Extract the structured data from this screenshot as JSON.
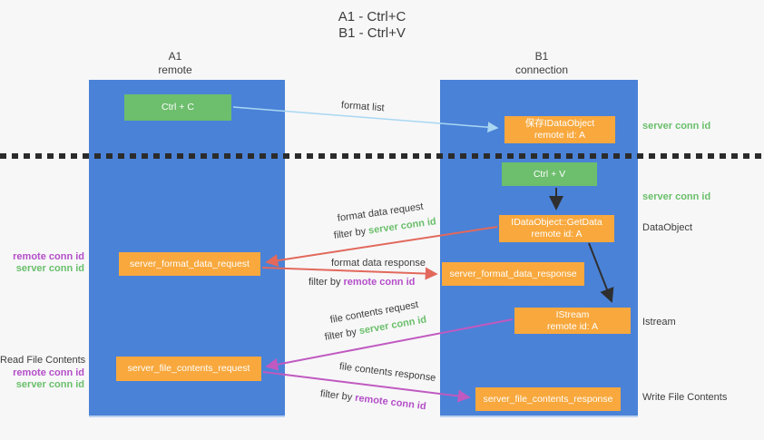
{
  "title": {
    "line1": "A1 - Ctrl+C",
    "line2": "B1 - Ctrl+V"
  },
  "lifelines": {
    "a1": {
      "name": "A1",
      "role": "remote"
    },
    "b1": {
      "name": "B1",
      "role": "connection"
    }
  },
  "boxes": {
    "ctrl_c": {
      "label": "Ctrl + C"
    },
    "save_idataobject": {
      "title": "保存IDataObject",
      "subtitle": "remote id: A"
    },
    "ctrl_v": {
      "label": "Ctrl + V"
    },
    "getdata": {
      "title": "IDataObject::GetData",
      "subtitle": "remote id: A"
    },
    "format_request": {
      "label": "server_format_data_request"
    },
    "format_response": {
      "label": "server_format_data_response"
    },
    "istream": {
      "title": "IStream",
      "subtitle": "remote id: A"
    },
    "file_request": {
      "label": "server_file_contents_request"
    },
    "file_response": {
      "label": "server_file_contents_response"
    }
  },
  "labels": {
    "format_list": "format list",
    "format_data_request": "format data request",
    "format_data_response": "format data response",
    "file_contents_request": "file contents request",
    "file_contents_response": "file contents response",
    "filter_by": "filter by ",
    "server_conn_id": "server conn id",
    "remote_conn_id": "remote conn id",
    "read_file_contents": "Read File Contents",
    "write_file_contents": "Write File Contents",
    "dataobject": "DataObject",
    "istream": "Istream"
  },
  "colors": {
    "bg": "#f7f7f8",
    "lifeline-blue": "#4a82d7",
    "box-orange": "#f8a83d",
    "box-green": "#6dbe6d",
    "arrow-blue": "#a9d7f2",
    "arrow-red": "#e2695c",
    "arrow-magenta": "#c05ac0",
    "arrow-black": "#2f2f2f",
    "text-dark": "#3c3c3c",
    "text-green": "#6abf6a",
    "text-purple": "#b44ec8"
  }
}
